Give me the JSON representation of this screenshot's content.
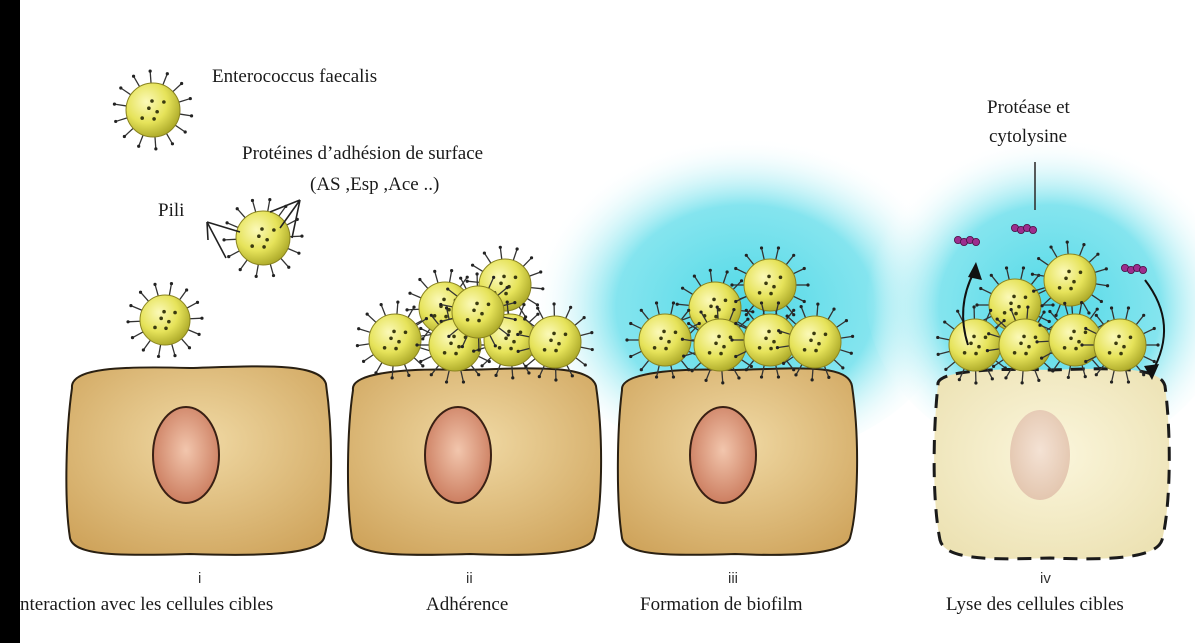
{
  "labels": {
    "species": "Enterococcus faecalis",
    "proteins_line1": "Protéines d’adhésion de surface",
    "proteins_line2": "(AS ,Esp ,Ace ..)",
    "pili": "Pili",
    "protease_line1": "Protéase et",
    "protease_line2": "cytolysine"
  },
  "stages": [
    {
      "numeral": "i",
      "caption": "nteraction  avec les  cellules  cibles"
    },
    {
      "numeral": "ii",
      "caption": "Adhérence"
    },
    {
      "numeral": "iii",
      "caption": "Formation de biofilm"
    },
    {
      "numeral": "iv",
      "caption": "Lyse des cellules  cibles"
    }
  ],
  "colors": {
    "cell_fill": "#d9b571",
    "cell_stroke": "#2a2012",
    "nucleus_fill": "#d8957a",
    "bacterium_fill": "#e6e35a",
    "biofilm_glow": "#4fd8e6",
    "toxin": "#9c2e8e",
    "lysed_cell_fill": "#f3ecc8"
  }
}
